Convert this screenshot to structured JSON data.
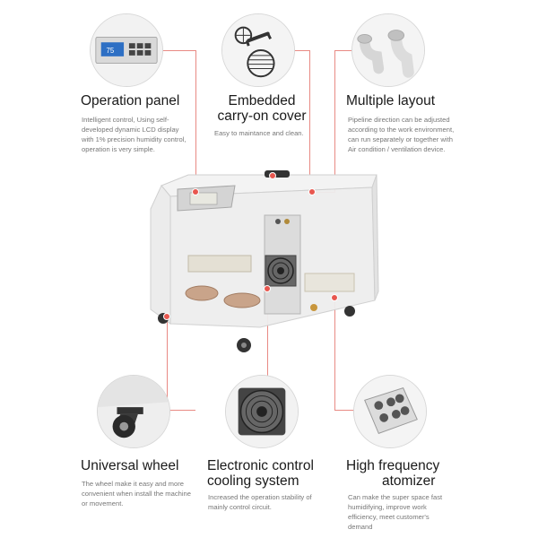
{
  "features": {
    "operation_panel": {
      "title": "Operation panel",
      "desc_lines": [
        "Intelligent control, Using self-",
        "developed dynamic LCD display",
        "with 1% precision humidity control,",
        "operation is very simple."
      ],
      "lcd_value": "75"
    },
    "carry_on_cover": {
      "title_lines": [
        "Embedded",
        "carry-on cover"
      ],
      "desc_lines": [
        "Easy to maintance and clean."
      ]
    },
    "multiple_layout": {
      "title": "Multiple layout",
      "desc_lines": [
        "Pipeline direction can be adjusted",
        "according to the work environment,",
        "can run separately or together with",
        "Air condition / ventilation device."
      ]
    },
    "universal_wheel": {
      "title": "Universal wheel",
      "desc_lines": [
        "The wheel make it easy and more",
        "convenient when install the machine",
        "or movement."
      ]
    },
    "cooling_system": {
      "title_lines": [
        "Electronic control",
        "cooling system"
      ],
      "desc_lines": [
        "Increased the operation stability of",
        "mainly control circuit."
      ]
    },
    "atomizer": {
      "title_lines": [
        "High frequency",
        "atomizer"
      ],
      "desc_lines": [
        "Can make the super space fast",
        "humidifying, improve  work",
        "efficiency, meet customer's",
        "demand"
      ]
    }
  },
  "colors": {
    "accent_line": "#e88a84",
    "accent_dot": "#e8574f"
  },
  "icons": [
    "lcd-panel-icon",
    "cover-handle-icon",
    "pipe-elbow-icon",
    "caster-wheel-icon",
    "cooling-fan-icon",
    "atomizer-icon"
  ]
}
